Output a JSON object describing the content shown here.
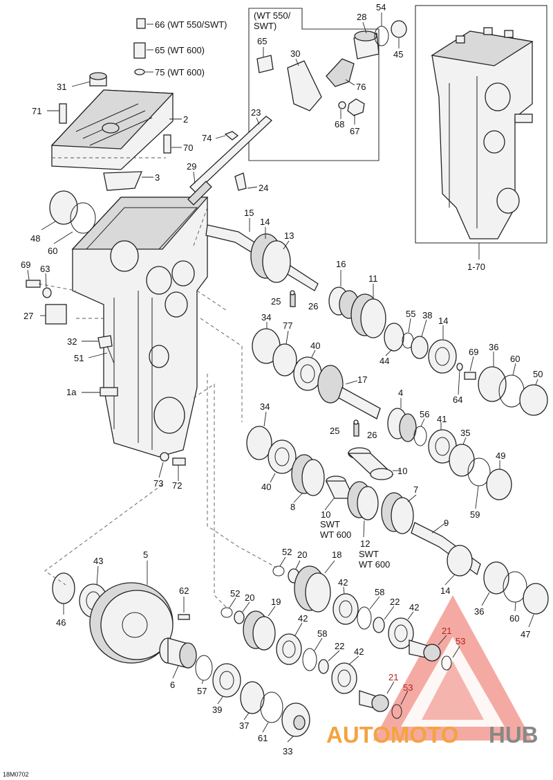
{
  "document_id": "18M0702",
  "watermark": {
    "brand_left": "AUTOMOTO",
    "brand_right": "HUB",
    "color_left": "#f4a340",
    "color_right": "#888888",
    "triangle_color": "#e8493b"
  },
  "inset_box_label": "(WT 550/\nSWT)",
  "callouts": {
    "c66": "66 (WT 550/SWT)",
    "c65a": "65 (WT 600)",
    "c75": "75 (WT 600)",
    "c31": "31",
    "c71": "71",
    "c2": "2",
    "c70": "70",
    "c3": "3",
    "c28": "28",
    "c54": "54",
    "c45": "45",
    "c65b": "65",
    "c30": "30",
    "c76": "76",
    "c68": "68",
    "c67": "67",
    "c23": "23",
    "c74": "74",
    "c29": "29",
    "c24": "24",
    "c48": "48",
    "c60a": "60",
    "c15": "15",
    "c14a": "14",
    "c13": "13",
    "c69a": "69",
    "c63": "63",
    "c16": "16",
    "c11": "11",
    "c25a": "25",
    "c26a": "26",
    "c27": "27",
    "c34a": "34",
    "c77": "77",
    "c55": "55",
    "c38": "38",
    "c14b": "14",
    "c32": "32",
    "c51": "51",
    "c44": "44",
    "c40a": "40",
    "c69b": "69",
    "c36a": "36",
    "c60b": "60",
    "c50": "50",
    "c17": "17",
    "c64": "64",
    "c1a": "1a",
    "c4": "4",
    "c34b": "34",
    "c56": "56",
    "c41": "41",
    "c25b": "25",
    "c26b": "26",
    "c35": "35",
    "c49": "49",
    "c10a": "10",
    "c40b": "40",
    "c73": "73",
    "c72": "72",
    "c8": "8",
    "c10b": "10",
    "c10note": "SWT\nWT 600",
    "c12": "12",
    "c12note": "SWT\nWT 600",
    "c7": "7",
    "c59": "59",
    "c9": "9",
    "c52a": "52",
    "c20a": "20",
    "c18": "18",
    "c43": "43",
    "c5": "5",
    "c62": "62",
    "c14c": "14",
    "c36b": "36",
    "c52b": "52",
    "c20b": "20",
    "c42a": "42",
    "c58a": "58",
    "c46": "46",
    "c19": "19",
    "c22a": "22",
    "c42b": "42",
    "c60c": "60",
    "c47": "47",
    "c42c": "42",
    "c21a": "21",
    "c53a": "53",
    "c6": "6",
    "c57": "57",
    "c39": "39",
    "c58b": "58",
    "c22b": "22",
    "c42d": "42",
    "c37": "37",
    "c61": "61",
    "c33": "33",
    "c21b": "21",
    "c53b": "53",
    "c170": "1-70"
  }
}
